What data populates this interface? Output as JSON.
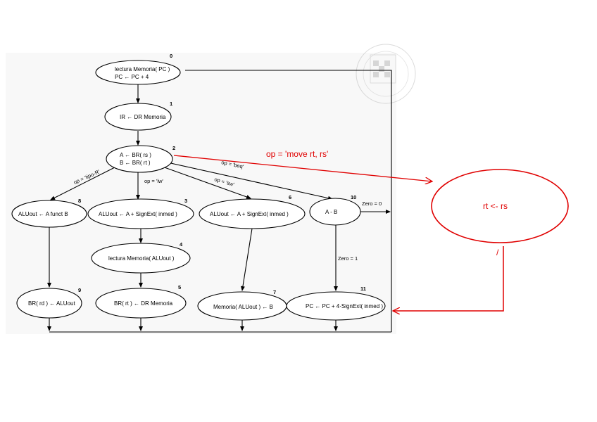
{
  "colors": {
    "annotation": "#e00000",
    "ink": "#000000",
    "panel": "#f7f7f7"
  },
  "states": [
    {
      "id": "0",
      "lines": [
        "lectura Memoria( PC )",
        "PC ← PC + 4"
      ]
    },
    {
      "id": "1",
      "lines": [
        "IR ← DR Memoria"
      ]
    },
    {
      "id": "2",
      "lines": [
        "A ← BR( rs )",
        "B ← BR( rt )"
      ]
    },
    {
      "id": "8",
      "lines": [
        "ALUout ← A funct B"
      ]
    },
    {
      "id": "3",
      "lines": [
        "ALUout ← A + SignExt( inmed )"
      ]
    },
    {
      "id": "6",
      "lines": [
        "ALUout ← A + SignExt( inmed )"
      ]
    },
    {
      "id": "10",
      "lines": [
        "A - B"
      ]
    },
    {
      "id": "4",
      "lines": [
        "lectura Memoria( ALUout )"
      ]
    },
    {
      "id": "9",
      "lines": [
        "BR( rd ) ← ALUout"
      ]
    },
    {
      "id": "5",
      "lines": [
        "BR( rt ) ← DR Memoria"
      ]
    },
    {
      "id": "7",
      "lines": [
        "Memoria( ALUout ) ← B"
      ]
    },
    {
      "id": "11",
      "lines": [
        "PC ← PC + 4·SignExt( inmed )"
      ]
    }
  ],
  "edge_labels": {
    "tipo_r": "op = 'tipo-R'",
    "lw": "op = 'lw'",
    "sw": "op = 'sw'",
    "beq": "op = 'beq'",
    "zero0": "Zero = 0",
    "zero1": "Zero = 1"
  },
  "annotation": {
    "label": "op = 'move rt, rs'",
    "state_text": "rt <- rs",
    "mark": "/"
  }
}
